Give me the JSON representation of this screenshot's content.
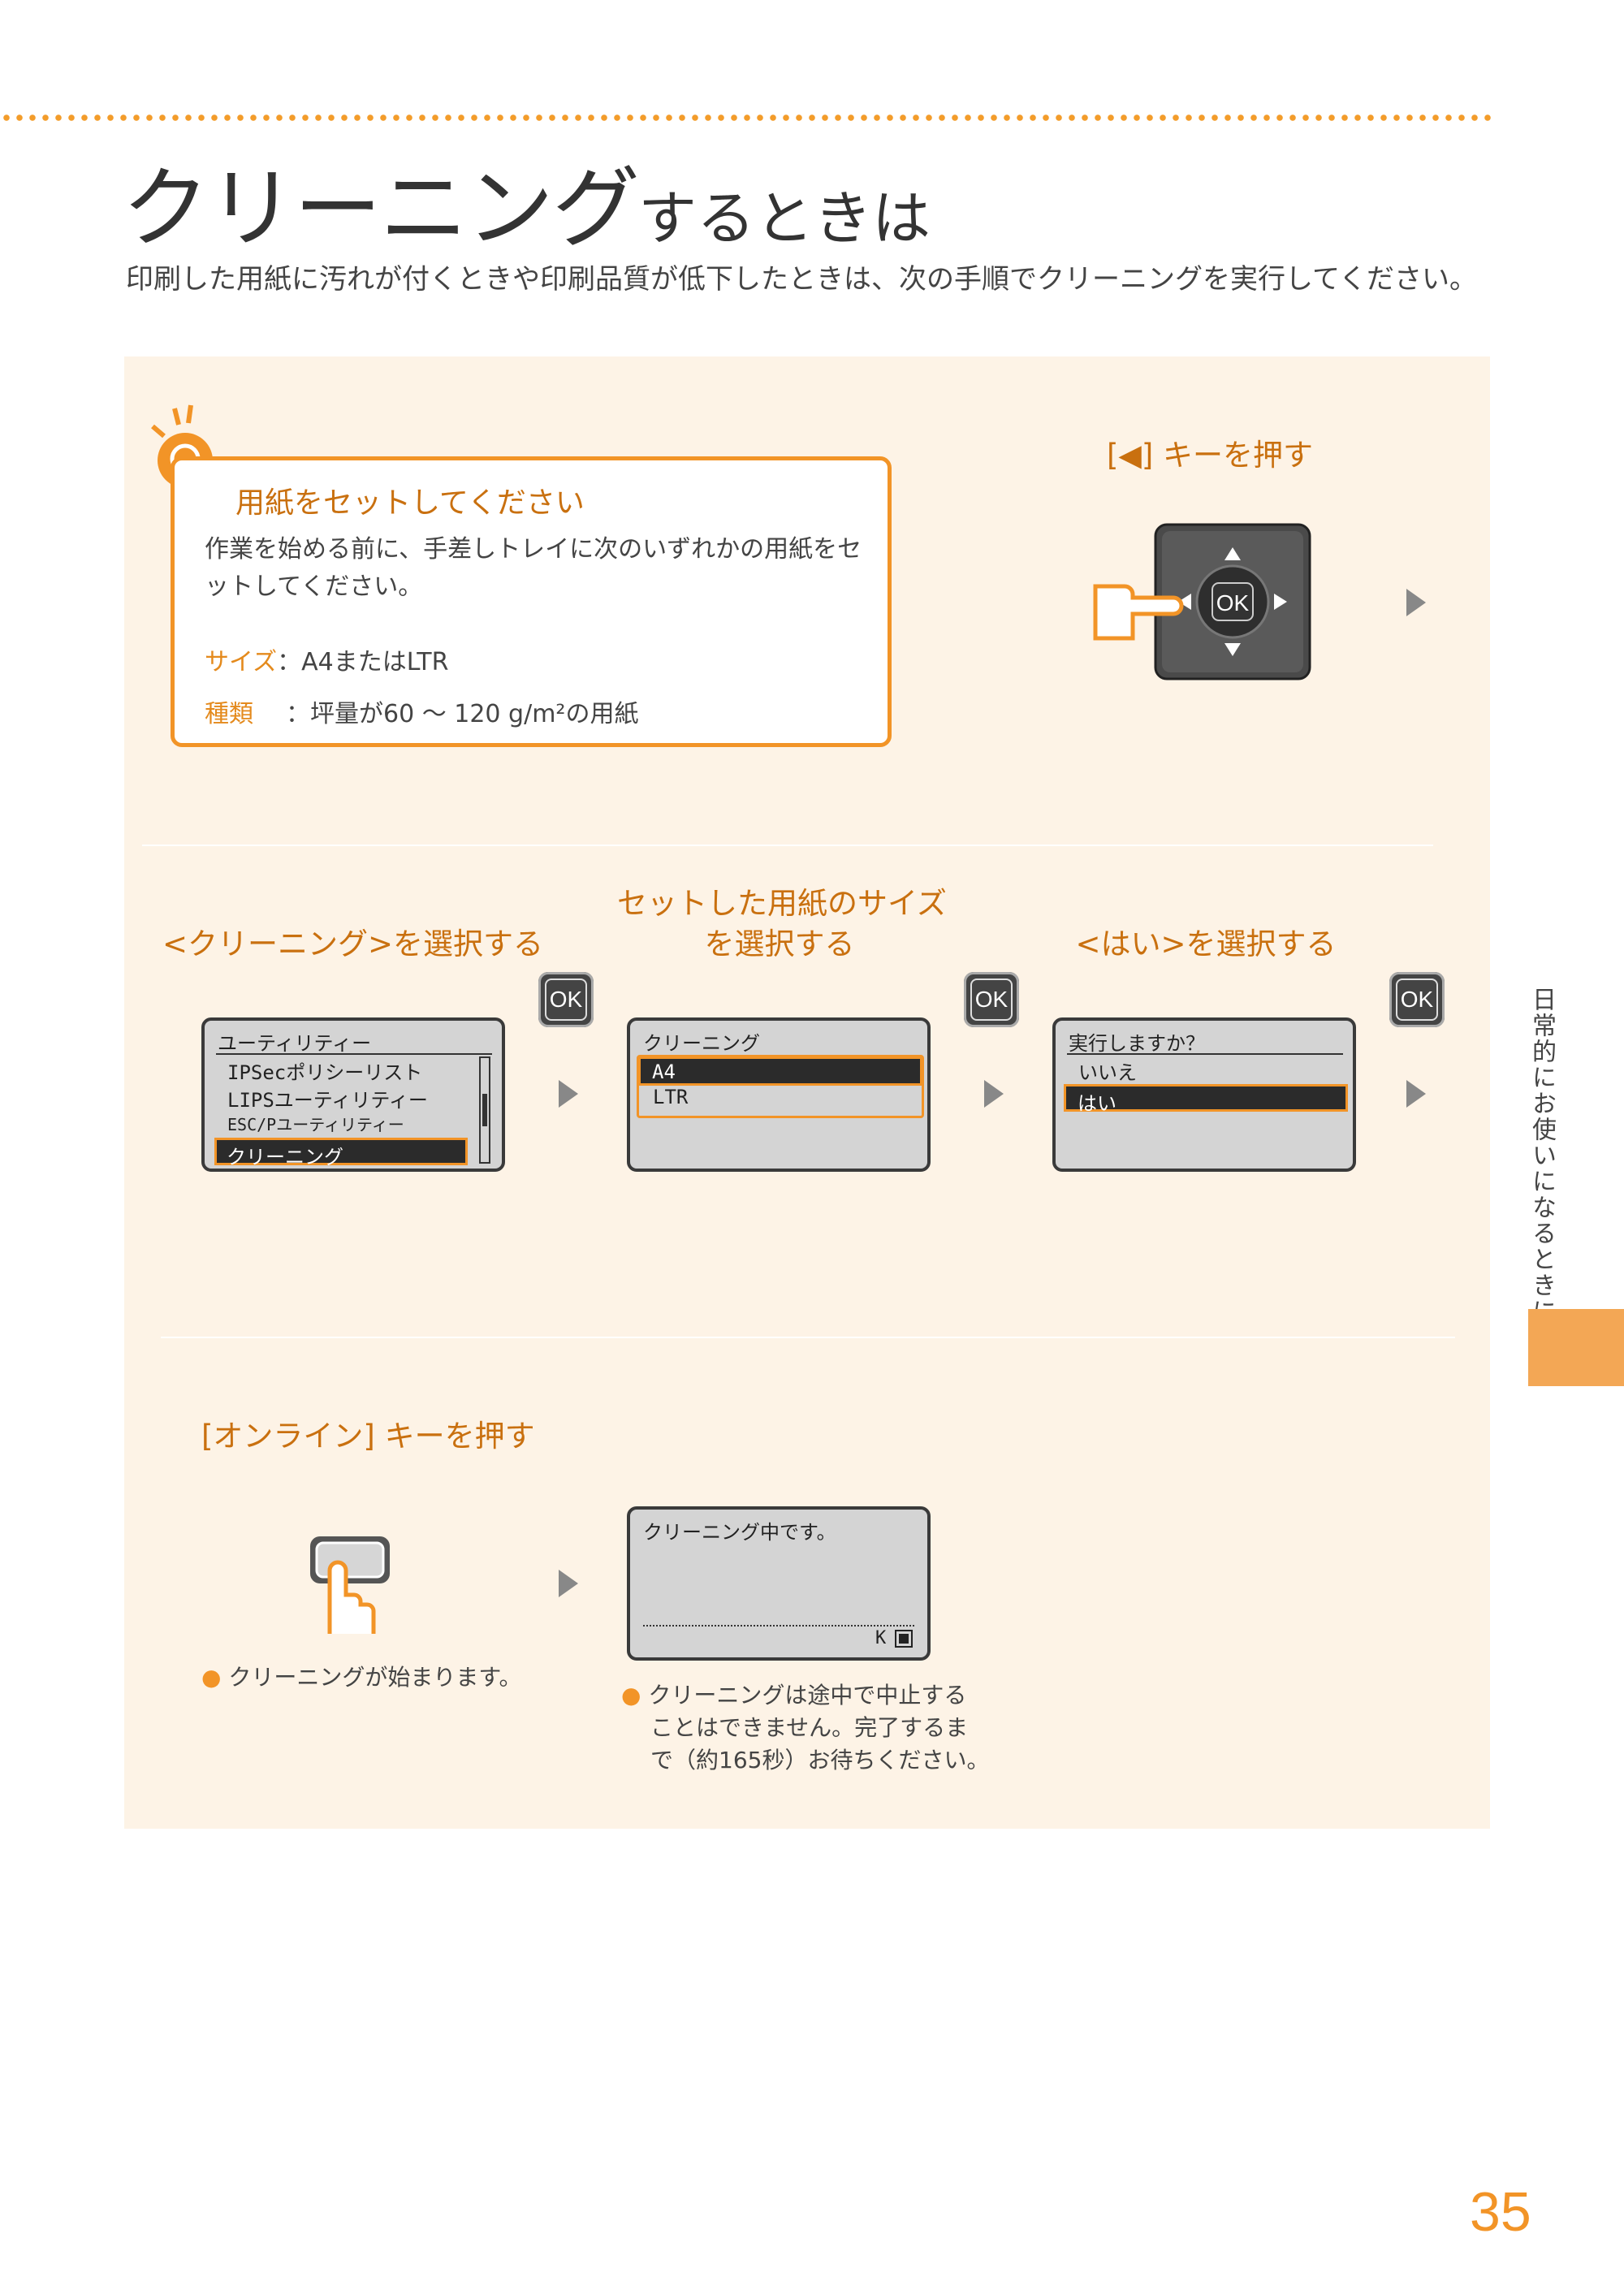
{
  "header": {
    "title_main": "クリーニング",
    "title_sub": "するときは",
    "intro": "印刷した用紙に汚れが付くときや印刷品質が低下したときは、次の手順でクリーニングを実行してください。"
  },
  "tip": {
    "heading": "用紙をセットしてください",
    "body": "作業を始める前に、手差しトレイに次のいずれかの用紙をセットしてください。",
    "size_key": "サイズ",
    "size_value": "：A4またはLTR",
    "type_key": "種類",
    "type_value": "：坪量が60 〜 120 g/m²の用紙"
  },
  "step_left_key": {
    "title": "[◀] キーを押す",
    "ok_label": "OK"
  },
  "row2": {
    "step1_title": "<クリーニング>を選択する",
    "step2_title_line1": "セットした用紙のサイズ",
    "step2_title_line2": "を選択する",
    "step3_title": "<はい>を選択する",
    "ok_label": "OK",
    "lcd1": {
      "header": "ユーティリティー",
      "items": [
        "IPSecポリシーリスト",
        "LIPSユーティリティー",
        "ESC/Pユーティリティー",
        "クリーニング"
      ]
    },
    "lcd2": {
      "header": "クリーニング",
      "items": [
        "A4",
        "LTR"
      ]
    },
    "lcd3": {
      "header": "実行しますか？",
      "items": [
        "いいえ",
        "はい"
      ]
    }
  },
  "row3": {
    "step_title": "[オンライン] キーを押す",
    "note1": "クリーニングが始まります。",
    "lcd_text": "クリーニング中です。",
    "lcd_k": "K",
    "note2_line1": "クリーニングは途中で中止する",
    "note2_line2": "ことはできません。完了するま",
    "note2_line3": "で（約165秒）お待ちください。"
  },
  "side": {
    "label": "日常的にお使いになるときに"
  },
  "page_number": "35",
  "colors": {
    "accent": "#f29427",
    "panel_bg": "#fdf3e6",
    "heading_orange": "#c9700f"
  }
}
